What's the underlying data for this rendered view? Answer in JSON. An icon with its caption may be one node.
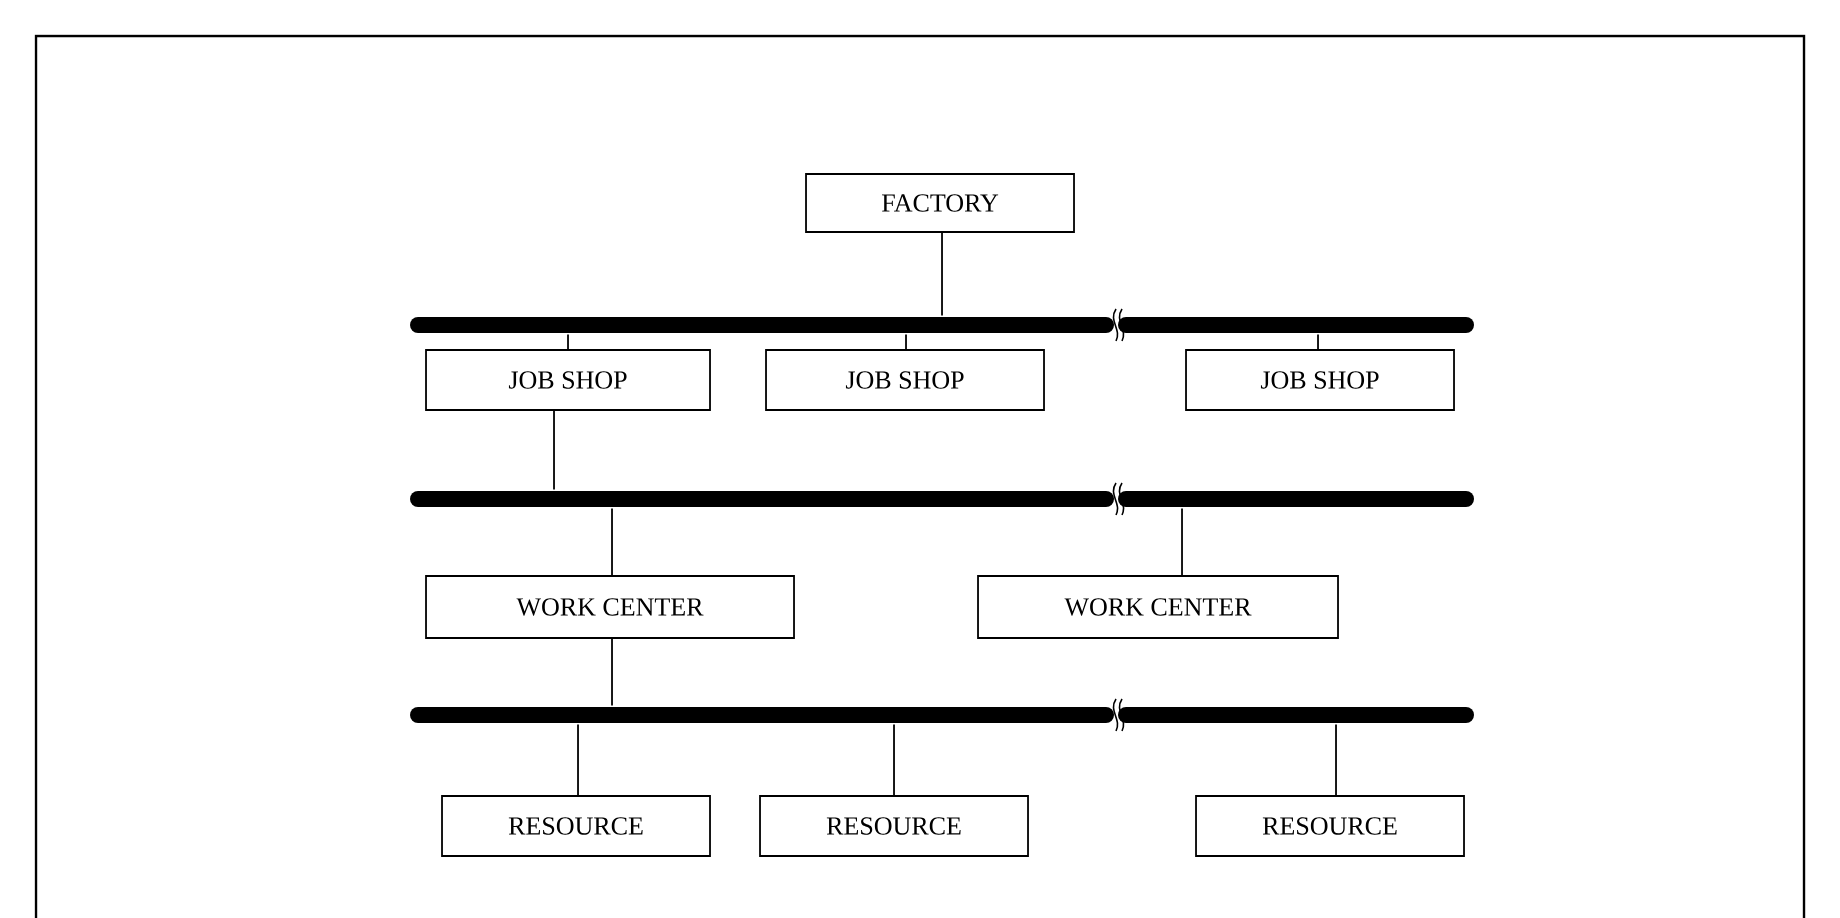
{
  "diagram": {
    "nodes": [
      {
        "text": [
          "FACTORY"
        ]
      },
      {
        "text": [],
        "shape": "bar"
      },
      {
        "text": [
          "JOB SHOP"
        ]
      },
      {
        "text": [
          "JOB SHOP"
        ]
      },
      {
        "text": [
          "JOB SHOP"
        ]
      },
      {
        "text": [],
        "shape": "bar"
      },
      {
        "text": [
          "WORK CENTER"
        ]
      },
      {
        "text": [
          "WORK CENTER"
        ]
      },
      {
        "text": [],
        "shape": "bar"
      },
      {
        "text": [
          "RESOURCE"
        ]
      },
      {
        "text": [
          "RESOURCE"
        ]
      },
      {
        "text": [
          "RESOURCE"
        ]
      }
    ],
    "edges": [
      {
        "from": 0,
        "to": 1,
        "arrow": "none"
      },
      {
        "from": 1,
        "to": 2,
        "arrow": "none"
      },
      {
        "from": 1,
        "to": 3,
        "arrow": "none"
      },
      {
        "from": 1,
        "to": 4,
        "arrow": "none"
      },
      {
        "from": 2,
        "to": 5,
        "arrow": "none"
      },
      {
        "from": 5,
        "to": 6,
        "arrow": "none"
      },
      {
        "from": 5,
        "to": 7,
        "arrow": "none"
      },
      {
        "from": 6,
        "to": 8,
        "arrow": "none"
      },
      {
        "from": 8,
        "to": 9,
        "arrow": "none"
      },
      {
        "from": 8,
        "to": 10,
        "arrow": "none"
      },
      {
        "from": 8,
        "to": 11,
        "arrow": "none"
      }
    ]
  }
}
